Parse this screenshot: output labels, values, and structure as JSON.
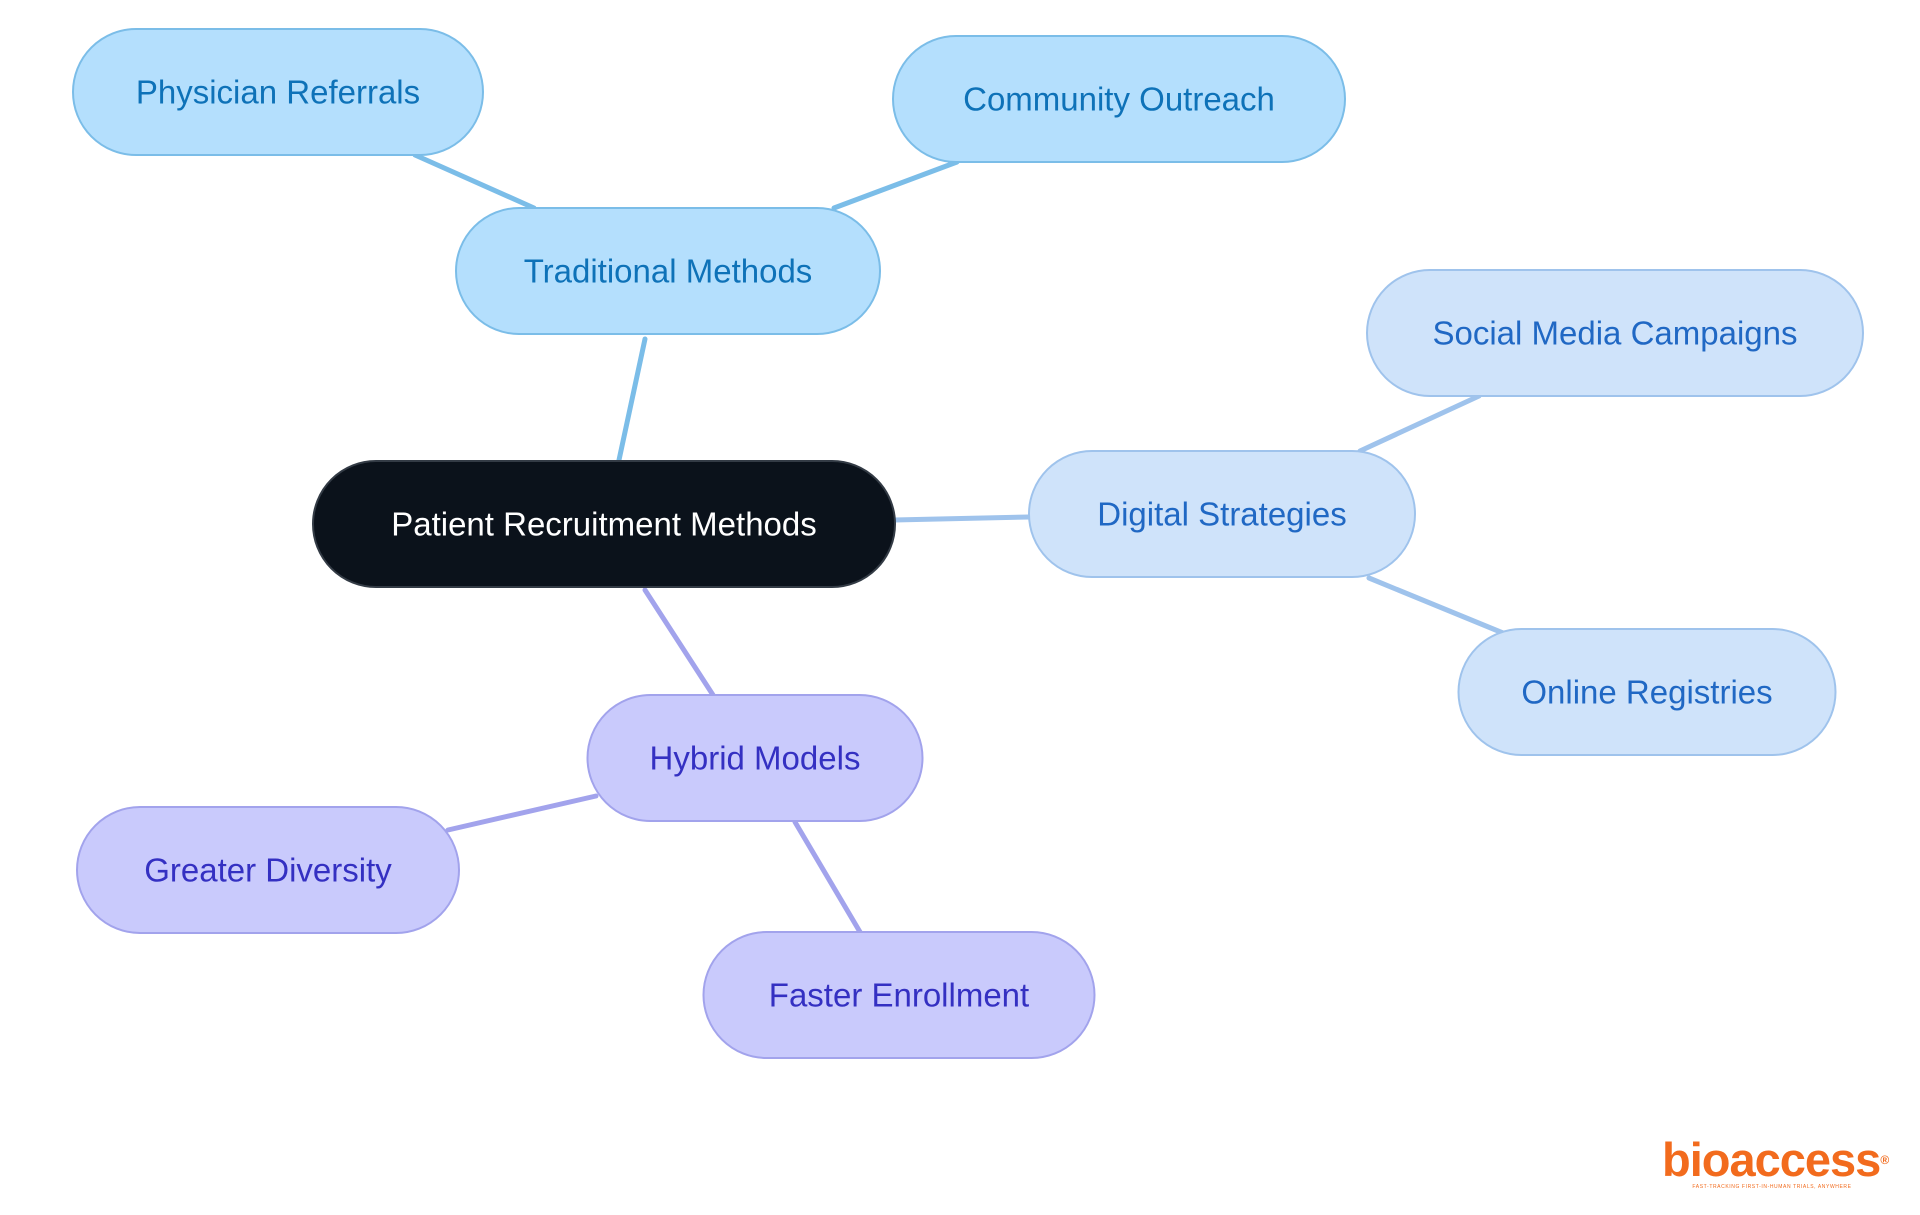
{
  "diagram": {
    "root": {
      "id": "root",
      "label": "Patient Recruitment Methods",
      "fill": "#0b121b",
      "stroke": "#333b45",
      "text_color": "#ffffff"
    },
    "branches": [
      {
        "id": "traditional",
        "label": "Traditional Methods",
        "fill": "#b4dffd",
        "stroke": "#7bbde8",
        "text_color": "#0e72b8",
        "edge_color": "#7bbde8",
        "children": [
          {
            "id": "physician",
            "label": "Physician Referrals"
          },
          {
            "id": "community",
            "label": "Community Outreach"
          }
        ]
      },
      {
        "id": "digital",
        "label": "Digital Strategies",
        "fill": "#cfe3fa",
        "stroke": "#9fc3ec",
        "text_color": "#2068c4",
        "edge_color": "#9fc3ec",
        "children": [
          {
            "id": "social",
            "label": "Social Media Campaigns"
          },
          {
            "id": "registries",
            "label": "Online Registries"
          }
        ]
      },
      {
        "id": "hybrid",
        "label": "Hybrid Models",
        "fill": "#c9cafc",
        "stroke": "#a2a3ec",
        "text_color": "#3430c2",
        "edge_color": "#a2a3ec",
        "children": [
          {
            "id": "diversity",
            "label": "Greater Diversity"
          },
          {
            "id": "enrollment",
            "label": "Faster Enrollment"
          }
        ]
      }
    ]
  },
  "logo": {
    "wordmark": "bioaccess",
    "registered": "®",
    "tagline": "FAST-TRACKING FIRST-IN-HUMAN TRIALS, ANYWHERE",
    "color": "#f26b1d"
  }
}
